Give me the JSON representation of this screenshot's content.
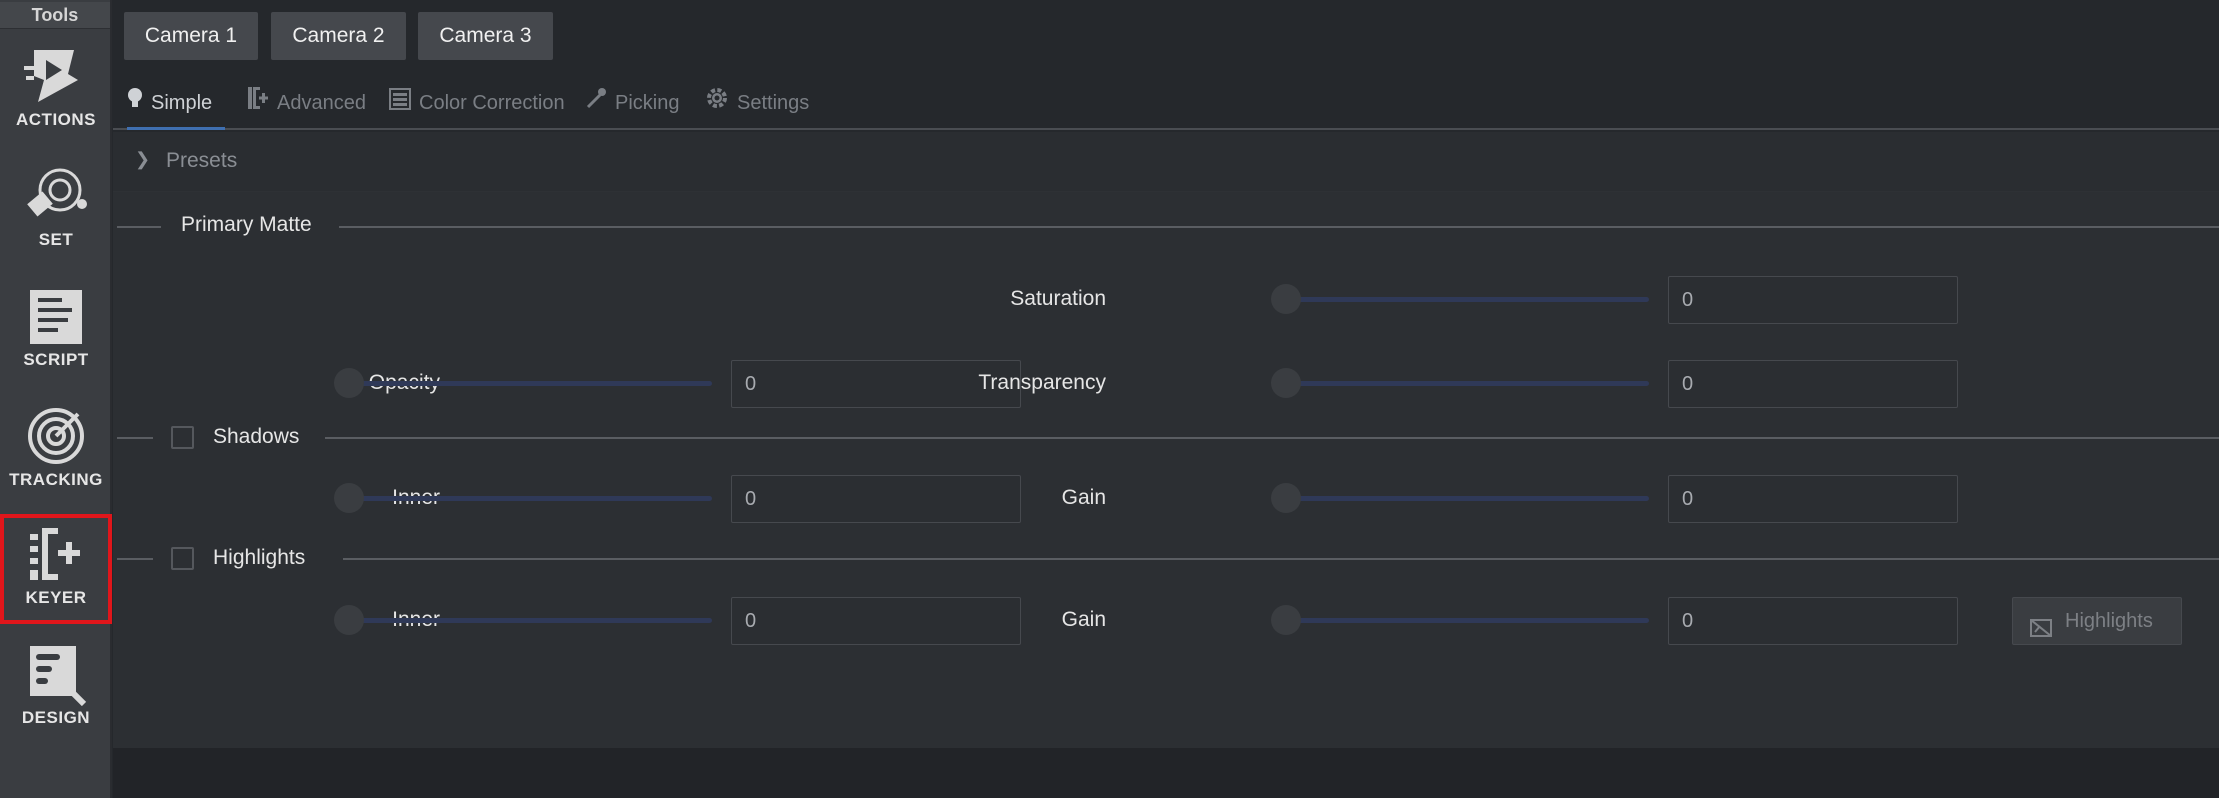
{
  "sidebar": {
    "title": "Tools",
    "items": [
      {
        "label": "ACTIONS",
        "icon": "actions-icon"
      },
      {
        "label": "SET",
        "icon": "set-icon"
      },
      {
        "label": "SCRIPT",
        "icon": "script-icon"
      },
      {
        "label": "TRACKING",
        "icon": "tracking-icon"
      },
      {
        "label": "KEYER",
        "icon": "keyer-icon",
        "selected": true
      },
      {
        "label": "DESIGN",
        "icon": "design-icon"
      }
    ]
  },
  "cameras": [
    "Camera 1",
    "Camera 2",
    "Camera 3"
  ],
  "tabs": [
    {
      "label": "Simple",
      "icon": "bulb-icon",
      "active": true
    },
    {
      "label": "Advanced",
      "icon": "keyer-icon"
    },
    {
      "label": "Color Correction",
      "icon": "color-correction-icon"
    },
    {
      "label": "Picking",
      "icon": "eyedropper-icon"
    },
    {
      "label": "Settings",
      "icon": "gear-icon"
    }
  ],
  "presets": {
    "label": "Presets",
    "expanded": false
  },
  "primary_matte": {
    "title": "Primary Matte",
    "saturation": {
      "label": "Saturation",
      "value": "0"
    },
    "opacity": {
      "label": "Opacity",
      "value": "0"
    },
    "transparency": {
      "label": "Transparency",
      "value": "0"
    }
  },
  "shadows": {
    "title": "Shadows",
    "checked": false,
    "inner": {
      "label": "Inner",
      "value": "0"
    },
    "gain": {
      "label": "Gain",
      "value": "0"
    }
  },
  "highlights": {
    "title": "Highlights",
    "checked": false,
    "inner": {
      "label": "Inner",
      "value": "0"
    },
    "gain": {
      "label": "Gain",
      "value": "0"
    },
    "button_label": "Highlights"
  },
  "colors": {
    "accent": "#3f6fb0",
    "selection_outline": "#e0161b",
    "slider_track": "#2f3958"
  }
}
